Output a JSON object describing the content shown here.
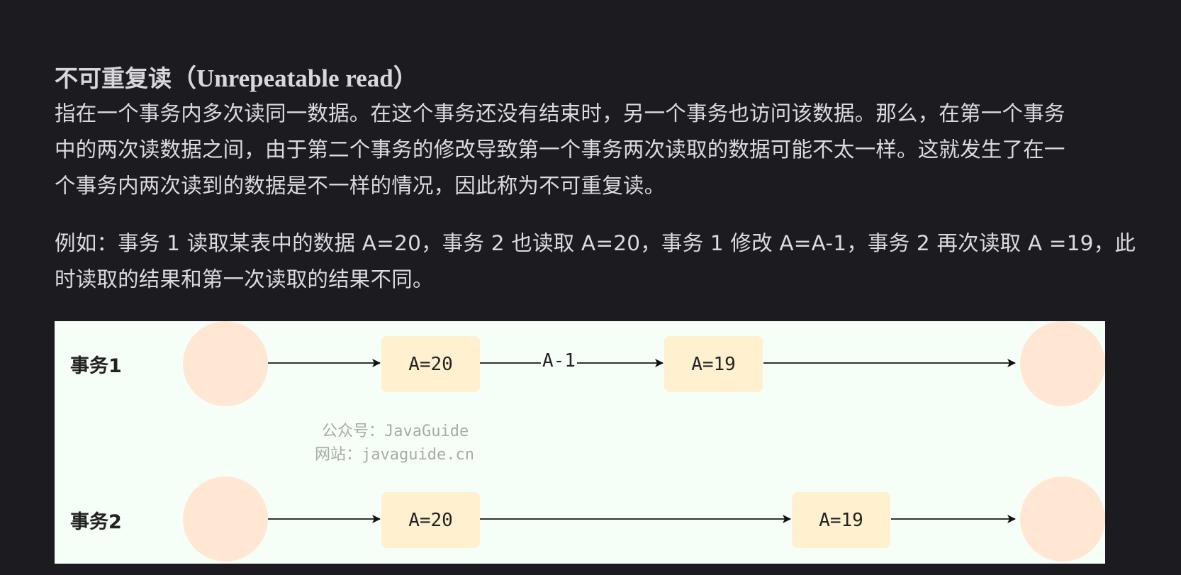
{
  "heading": {
    "zh": "不可重复读",
    "en": "（Unrepeatable read）"
  },
  "paragraph1": {
    "lines": [
      "指在一个事务内多次读同一数据。在这个事务还没有结束时，另一个事务也访问该数据。那么，在第一个事务",
      "中的两次读数据之间，由于第二个事务的修改导致第一个事务两次读取的数据可能不太一样。这就发生了在一",
      "个事务内两次读到的数据是不一样的情况，因此称为不可重复读。"
    ]
  },
  "paragraph2": {
    "lines": [
      "例如：事务 1 读取某表中的数据 A=20，事务 2 也读取 A=20，事务 1 修改 A=A-1，事务 2 再次读取 A =19，此",
      "时读取的结果和第一次读取的结果不同。"
    ]
  },
  "diagram": {
    "background": "#f6fff7",
    "circle_color": "#ffe7d3",
    "box_color": "#fff0cf",
    "rows": [
      {
        "label": "事务1",
        "boxes": [
          "A=20",
          "A=19"
        ],
        "edge_label": "A-1"
      },
      {
        "label": "事务2",
        "boxes": [
          "A=20",
          "A=19"
        ]
      }
    ],
    "watermark": {
      "line1": "公众号：JavaGuide",
      "line2": "网站：javaguide.cn"
    }
  }
}
